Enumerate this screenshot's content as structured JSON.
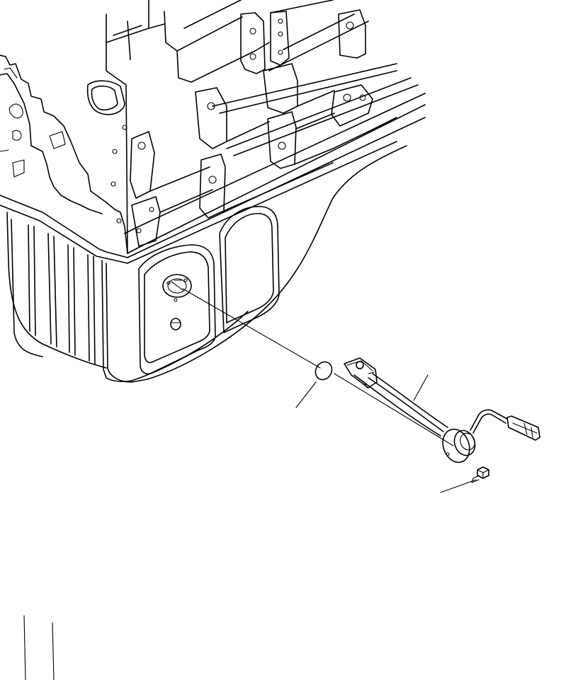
{
  "figure": {
    "background": "#ffffff",
    "line_color": "#000000",
    "components": [
      {
        "id": "engine-block",
        "icon": "engine-block-icon"
      },
      {
        "id": "oil-pan",
        "icon": "oil-pan-icon"
      },
      {
        "id": "oil-level-sensor",
        "icon": "sensor-icon"
      },
      {
        "id": "o-ring",
        "icon": "o-ring-icon"
      },
      {
        "id": "mounting-bolt",
        "icon": "bolt-icon"
      }
    ],
    "callouts": [
      {
        "id": "callout-o-ring",
        "label": ""
      },
      {
        "id": "callout-sensor-harness",
        "label": ""
      },
      {
        "id": "callout-mounting-bolt",
        "label": ""
      }
    ]
  }
}
